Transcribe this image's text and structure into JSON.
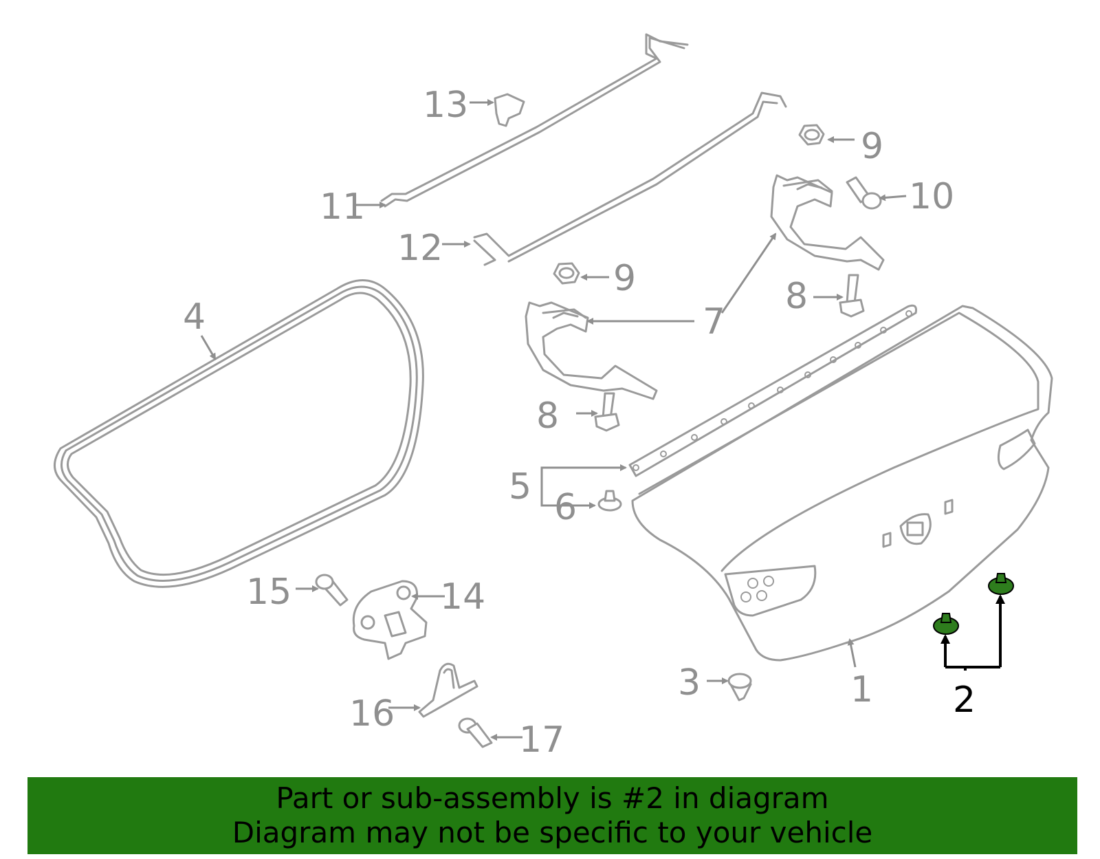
{
  "callouts": {
    "c1": "1",
    "c2": "2",
    "c3": "3",
    "c4": "4",
    "c5": "5",
    "c6": "6",
    "c7": "7",
    "c8a": "8",
    "c8b": "8",
    "c9a": "9",
    "c9b": "9",
    "c10": "10",
    "c11": "11",
    "c12": "12",
    "c13": "13",
    "c14": "14",
    "c15": "15",
    "c16": "16",
    "c17": "17"
  },
  "highlight_part": "2",
  "colors": {
    "highlight": "#217a10",
    "part_line": "#9a9a9a",
    "callout_text": "#8f8f8f"
  },
  "banner": {
    "line1": "Part or sub-assembly is #2 in diagram",
    "line2": "Diagram may not be specific to your vehicle"
  }
}
